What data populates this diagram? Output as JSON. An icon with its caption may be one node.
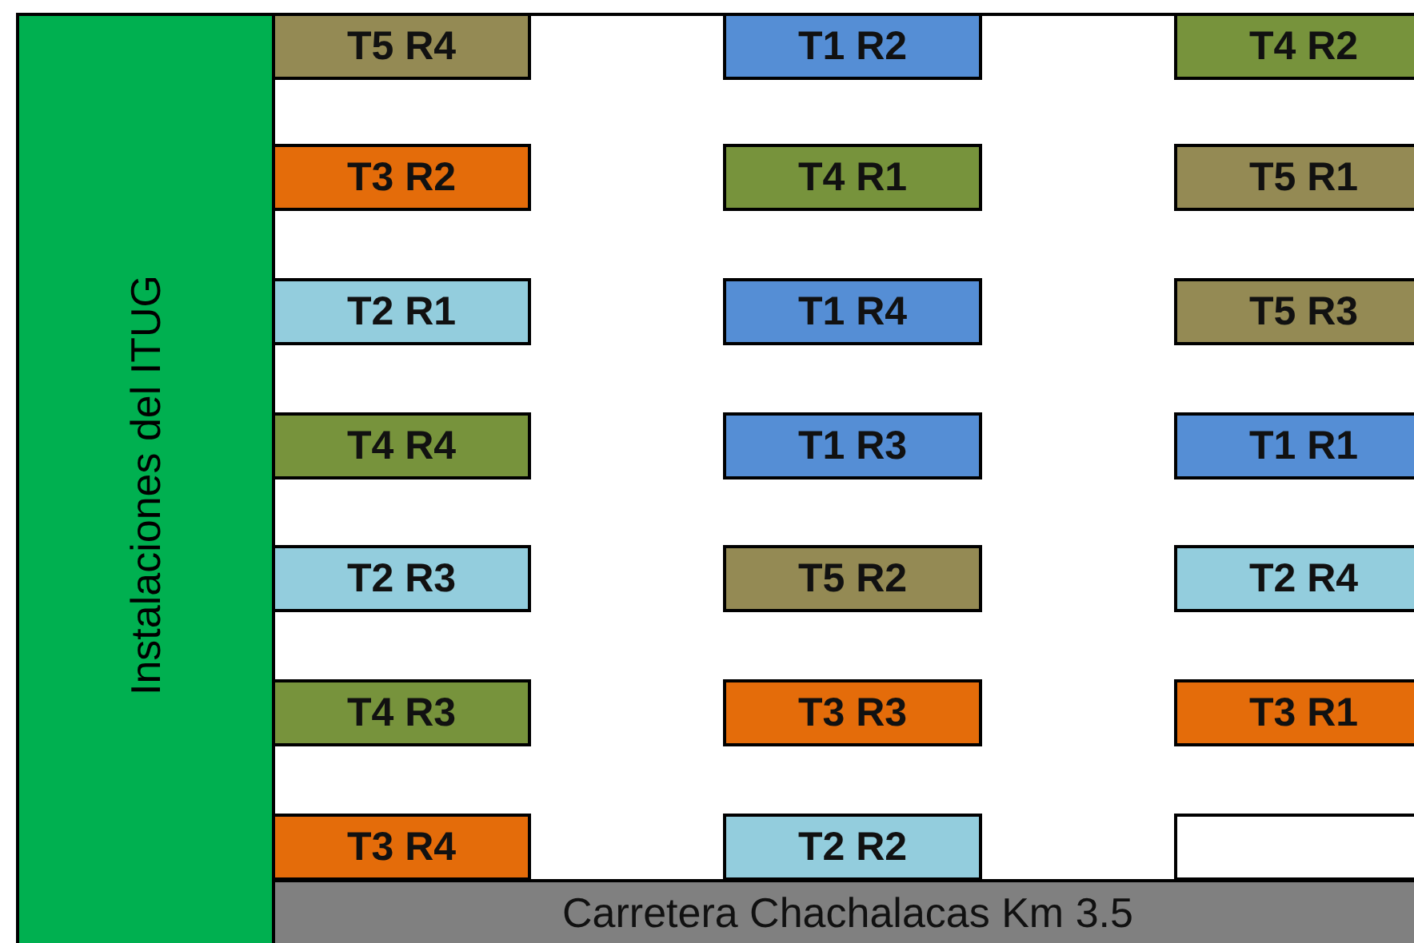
{
  "diagram": {
    "nodes": [
      {
        "text": [
          "Instalaciones del ITUG"
        ]
      },
      {
        "text": [
          "T5 R4"
        ]
      },
      {
        "text": [
          "T1 R2"
        ]
      },
      {
        "text": [
          "T4 R2"
        ]
      },
      {
        "text": [
          "T3 R2"
        ]
      },
      {
        "text": [
          "T4 R1"
        ]
      },
      {
        "text": [
          "T5 R1"
        ]
      },
      {
        "text": [
          "T2 R1"
        ]
      },
      {
        "text": [
          "T1 R4"
        ]
      },
      {
        "text": [
          "T5 R3"
        ]
      },
      {
        "text": [
          "T4 R4"
        ]
      },
      {
        "text": [
          "T1 R3"
        ]
      },
      {
        "text": [
          "T1 R1"
        ]
      },
      {
        "text": [
          "T2 R3"
        ]
      },
      {
        "text": [
          "T5 R2"
        ]
      },
      {
        "text": [
          "T2 R4"
        ]
      },
      {
        "text": [
          "T4 R3"
        ]
      },
      {
        "text": [
          "T3 R3"
        ]
      },
      {
        "text": [
          "T3 R1"
        ]
      },
      {
        "text": [
          "T3 R4"
        ]
      },
      {
        "text": [
          "T2 R2"
        ]
      },
      {
        "text": [],
        "shape": "box"
      },
      {
        "text": [
          "Carretera Chachalacas Km 3.5"
        ]
      }
    ],
    "edges": []
  }
}
